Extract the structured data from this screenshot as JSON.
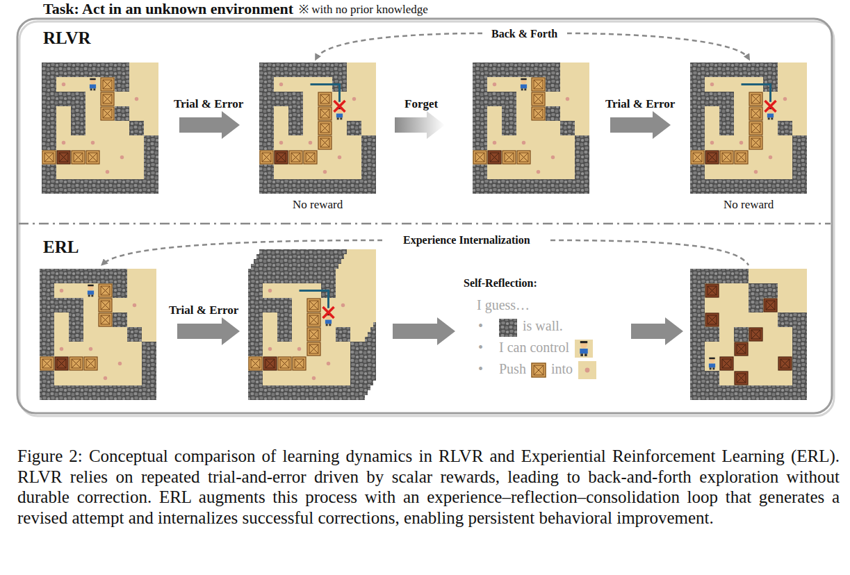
{
  "diagram": {
    "title": "Task: Act in an unknown environment",
    "caption": "Figure 2: Conceptual comparison of learning dynamics in RLVR and Experiential Reinforcement Learning (ERL). RLVR relies on repeated trial-and-error driven by scalar rewards, leading to back-and-forth exploration without durable correction. ERL augments this process with an experience–reflection–consolidation loop that generates a revised attempt and internalizes successful corrections, enabling persistent behavioral improvement.",
    "nodes": [
      {
        "text": [
          "RLVR"
        ]
      },
      {
        "text": [
          "ERL"
        ]
      }
    ],
    "labels": [
      "※ with no prior knowledge",
      "Back & Forth",
      "Trial & Error",
      "Forget",
      "Trial & Error",
      "No reward",
      "No reward",
      "Experience Internalization",
      "Trial & Error",
      "Self-Reflection:",
      "I guess…",
      "•",
      "is wall.",
      "•",
      "I can control",
      "•",
      "Push",
      "into"
    ]
  }
}
